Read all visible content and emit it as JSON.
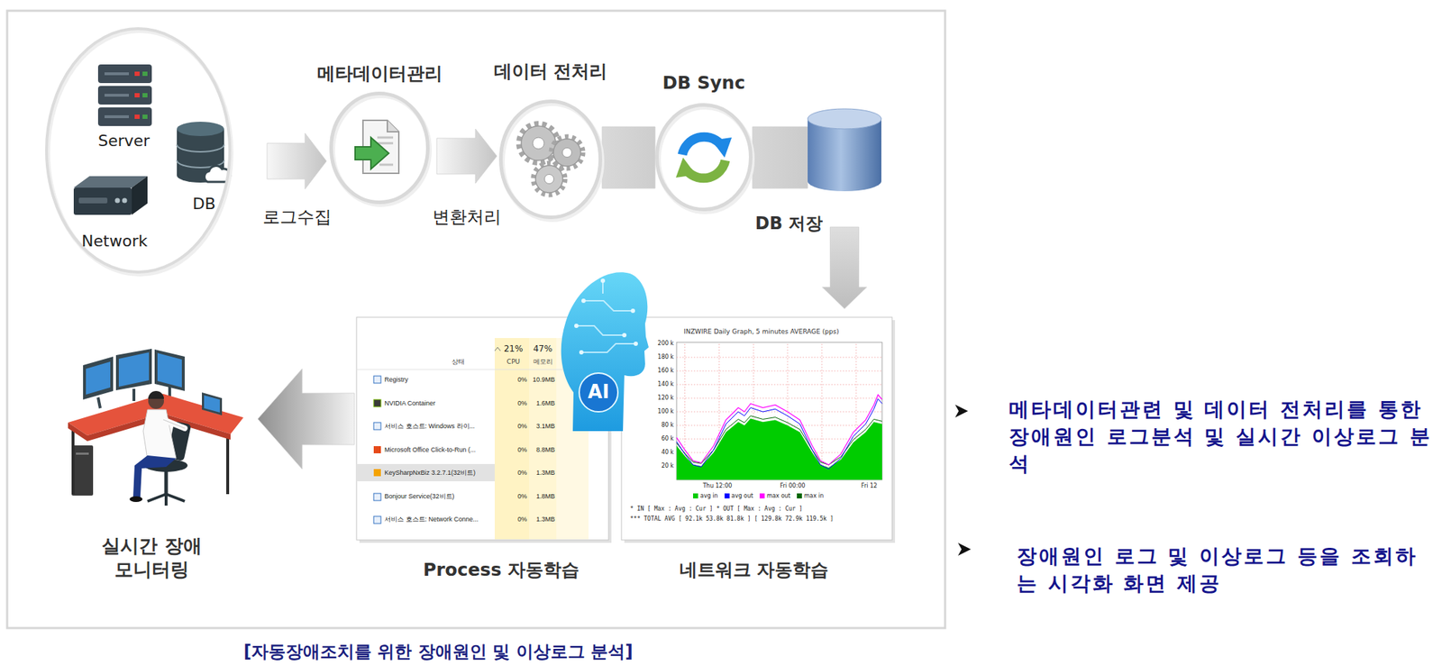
{
  "diagram": {
    "caption": "[자동장애조치를 위한 장애원인 및 이상로그 분석]",
    "nodes": [
      {
        "text": [
          "Server",
          "DB",
          "Network"
        ]
      },
      {
        "text": [
          "메타데이터관리"
        ]
      },
      {
        "text": [
          "데이터 전처리"
        ]
      },
      {
        "text": [
          "DB Sync"
        ]
      },
      {
        "text": [
          "DB 저장"
        ]
      },
      {
        "text": [
          "Process 자동학습"
        ]
      },
      {
        "text": [
          "네트워크 자동학습"
        ]
      },
      {
        "text": [
          "실시간 장애 모니터링"
        ]
      }
    ],
    "edges": [
      {
        "from": 0,
        "to": 1,
        "arrow": "to",
        "label": "로그수집"
      },
      {
        "from": 1,
        "to": 2,
        "arrow": "to",
        "label": "변환처리"
      },
      {
        "from": 2,
        "to": 3,
        "arrow": "none"
      },
      {
        "from": 3,
        "to": 4,
        "arrow": "none"
      },
      {
        "from": 4,
        "to": 6,
        "arrow": "to"
      },
      {
        "from": 5,
        "to": 7,
        "arrow": "to"
      }
    ],
    "labels": [
      "AI",
      "21%",
      "CPU",
      "47%",
      "메모리",
      "상태",
      "Registry",
      "0%",
      "10.9MB",
      "NVIDIA Container",
      "0%",
      "1.6MB",
      "서비스 호스트: Windows 라이...",
      "0%",
      "3.1MB",
      "Microsoft Office Click-to-Run (...",
      "0%",
      "8.8MB",
      "KeySharpNxBiz 3.2.7.1(32비트)",
      "0%",
      "1.3MB",
      "Bonjour Service(32비트)",
      "0%",
      "1.8MB",
      "서비스 호스트: Network Conne...",
      "0%",
      "1.3MB",
      "INZWIRE Daily Graph, 5 minutes AVERAGE (pps)",
      "200 k",
      "180 k",
      "160 k",
      "140 k",
      "120 k",
      "100 k",
      "80 k",
      "60 k",
      "40 k",
      "20 k",
      "Thu 12:00",
      "Fri 00:00",
      "Fri 12",
      "* IN [ Max : Avg : Cur ] * OUT [ Max : Avg : Cur ]",
      "*** TOTAL AVG [ 92.1k 53.8k 81.8k ] [ 129.8k 72.9k 119.5k ]",
      "메타데이터관련 및 데이터 전처리를 통한 장애원인 로그분석 및 실시간 이상로그 분석",
      "장애원인 로그 및 이상로그 등을 조회하는 시각화 화면 제공"
    ],
    "legend": [
      {
        "text": "avg in",
        "color": "#00cc00"
      },
      {
        "text": "avg out",
        "color": "#0000ff"
      },
      {
        "text": "max out",
        "color": "#ff00ff"
      },
      {
        "text": "max in",
        "color": "#006600"
      }
    ]
  }
}
